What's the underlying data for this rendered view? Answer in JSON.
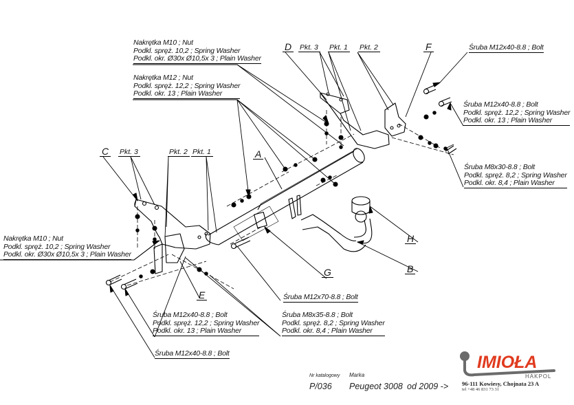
{
  "labels": {
    "top_left_1": [
      "Nakrętka  M10 ; Nut",
      "Podkl. spręż. 10,2 ; Spring Washer",
      "Podkl. okr.  Ø30x Ø10,5x 3 ; Plain Washer"
    ],
    "top_left_2": [
      "Nakrętka  M12 ; Nut",
      "Podkl. spręż. 12,2 ; Spring Washer",
      "Podkl. okr. 13 ; Plain Washer"
    ],
    "top_right_1": [
      "Śruba M12x40-8.8   ;  Bolt"
    ],
    "top_right_2": [
      "Śruba M12x40-8.8   ;  Bolt",
      "Podkl. spręż. 12,2 ; Spring Washer",
      "Podkl. okr. 13 ; Plain Washer"
    ],
    "right_mid": [
      "Śruba M8x30-8.8   ;  Bolt",
      "Podkl. spręż. 8,2 ; Spring Washer",
      "Podkl. okr. 8,4 ; Plain Washer"
    ],
    "left_mid": [
      "Nakrętka  M10 ; Nut",
      "Podkl. spręż.  10,2 ; Spring Washer",
      "Podkl. okr.  Ø30x Ø10,5x 3 ; Plain Washer"
    ],
    "bottom_left_1": [
      "Śruba M12x40-8.8   ;  Bolt",
      "Podkl. spręż. 12,2 ; Spring Washer",
      "Podkl. okr. 13 ; Plain Washer"
    ],
    "bottom_left_2": [
      "Śruba M12x40-8.8   ;  Bolt"
    ],
    "bottom_mid_1": [
      "Śruba M12x70-8.8   ;  Bolt"
    ],
    "bottom_mid_2": [
      "Śruba M8x35-8.8   ;  Bolt",
      "Podkl. spręż. 8,2 ; Spring Washer",
      "Podkl. okr. 8,4 ; Plain Washer"
    ]
  },
  "part_letters": {
    "A": "A",
    "B": "B",
    "C": "C",
    "D": "D",
    "E": "E",
    "F": "F",
    "G": "G",
    "H": "H"
  },
  "points": {
    "top_pkt3": "Pkt. 3",
    "top_pkt1": "Pkt. 1",
    "top_pkt2": "Pkt. 2",
    "left_pkt3": "Pkt. 3",
    "left_pkt2": "Pkt. 2",
    "left_pkt1": "Pkt. 1"
  },
  "footer": {
    "catalog_label": "Nr katalogowy",
    "catalog_value": "P/036",
    "brand_label": "Marka",
    "brand_value": "Peugeot 3008",
    "year_value": "od 2009 ->",
    "logo_text": "IMIOŁA",
    "logo_subtext": "HAKPOL",
    "address": "96-111 Kowiesy, Chojnata 23 A",
    "phone": "tel +48 46 831 73 31"
  },
  "colors": {
    "logo_red": "#e03a1e",
    "logo_grey": "#6b6b6b",
    "ink": "#111111"
  }
}
